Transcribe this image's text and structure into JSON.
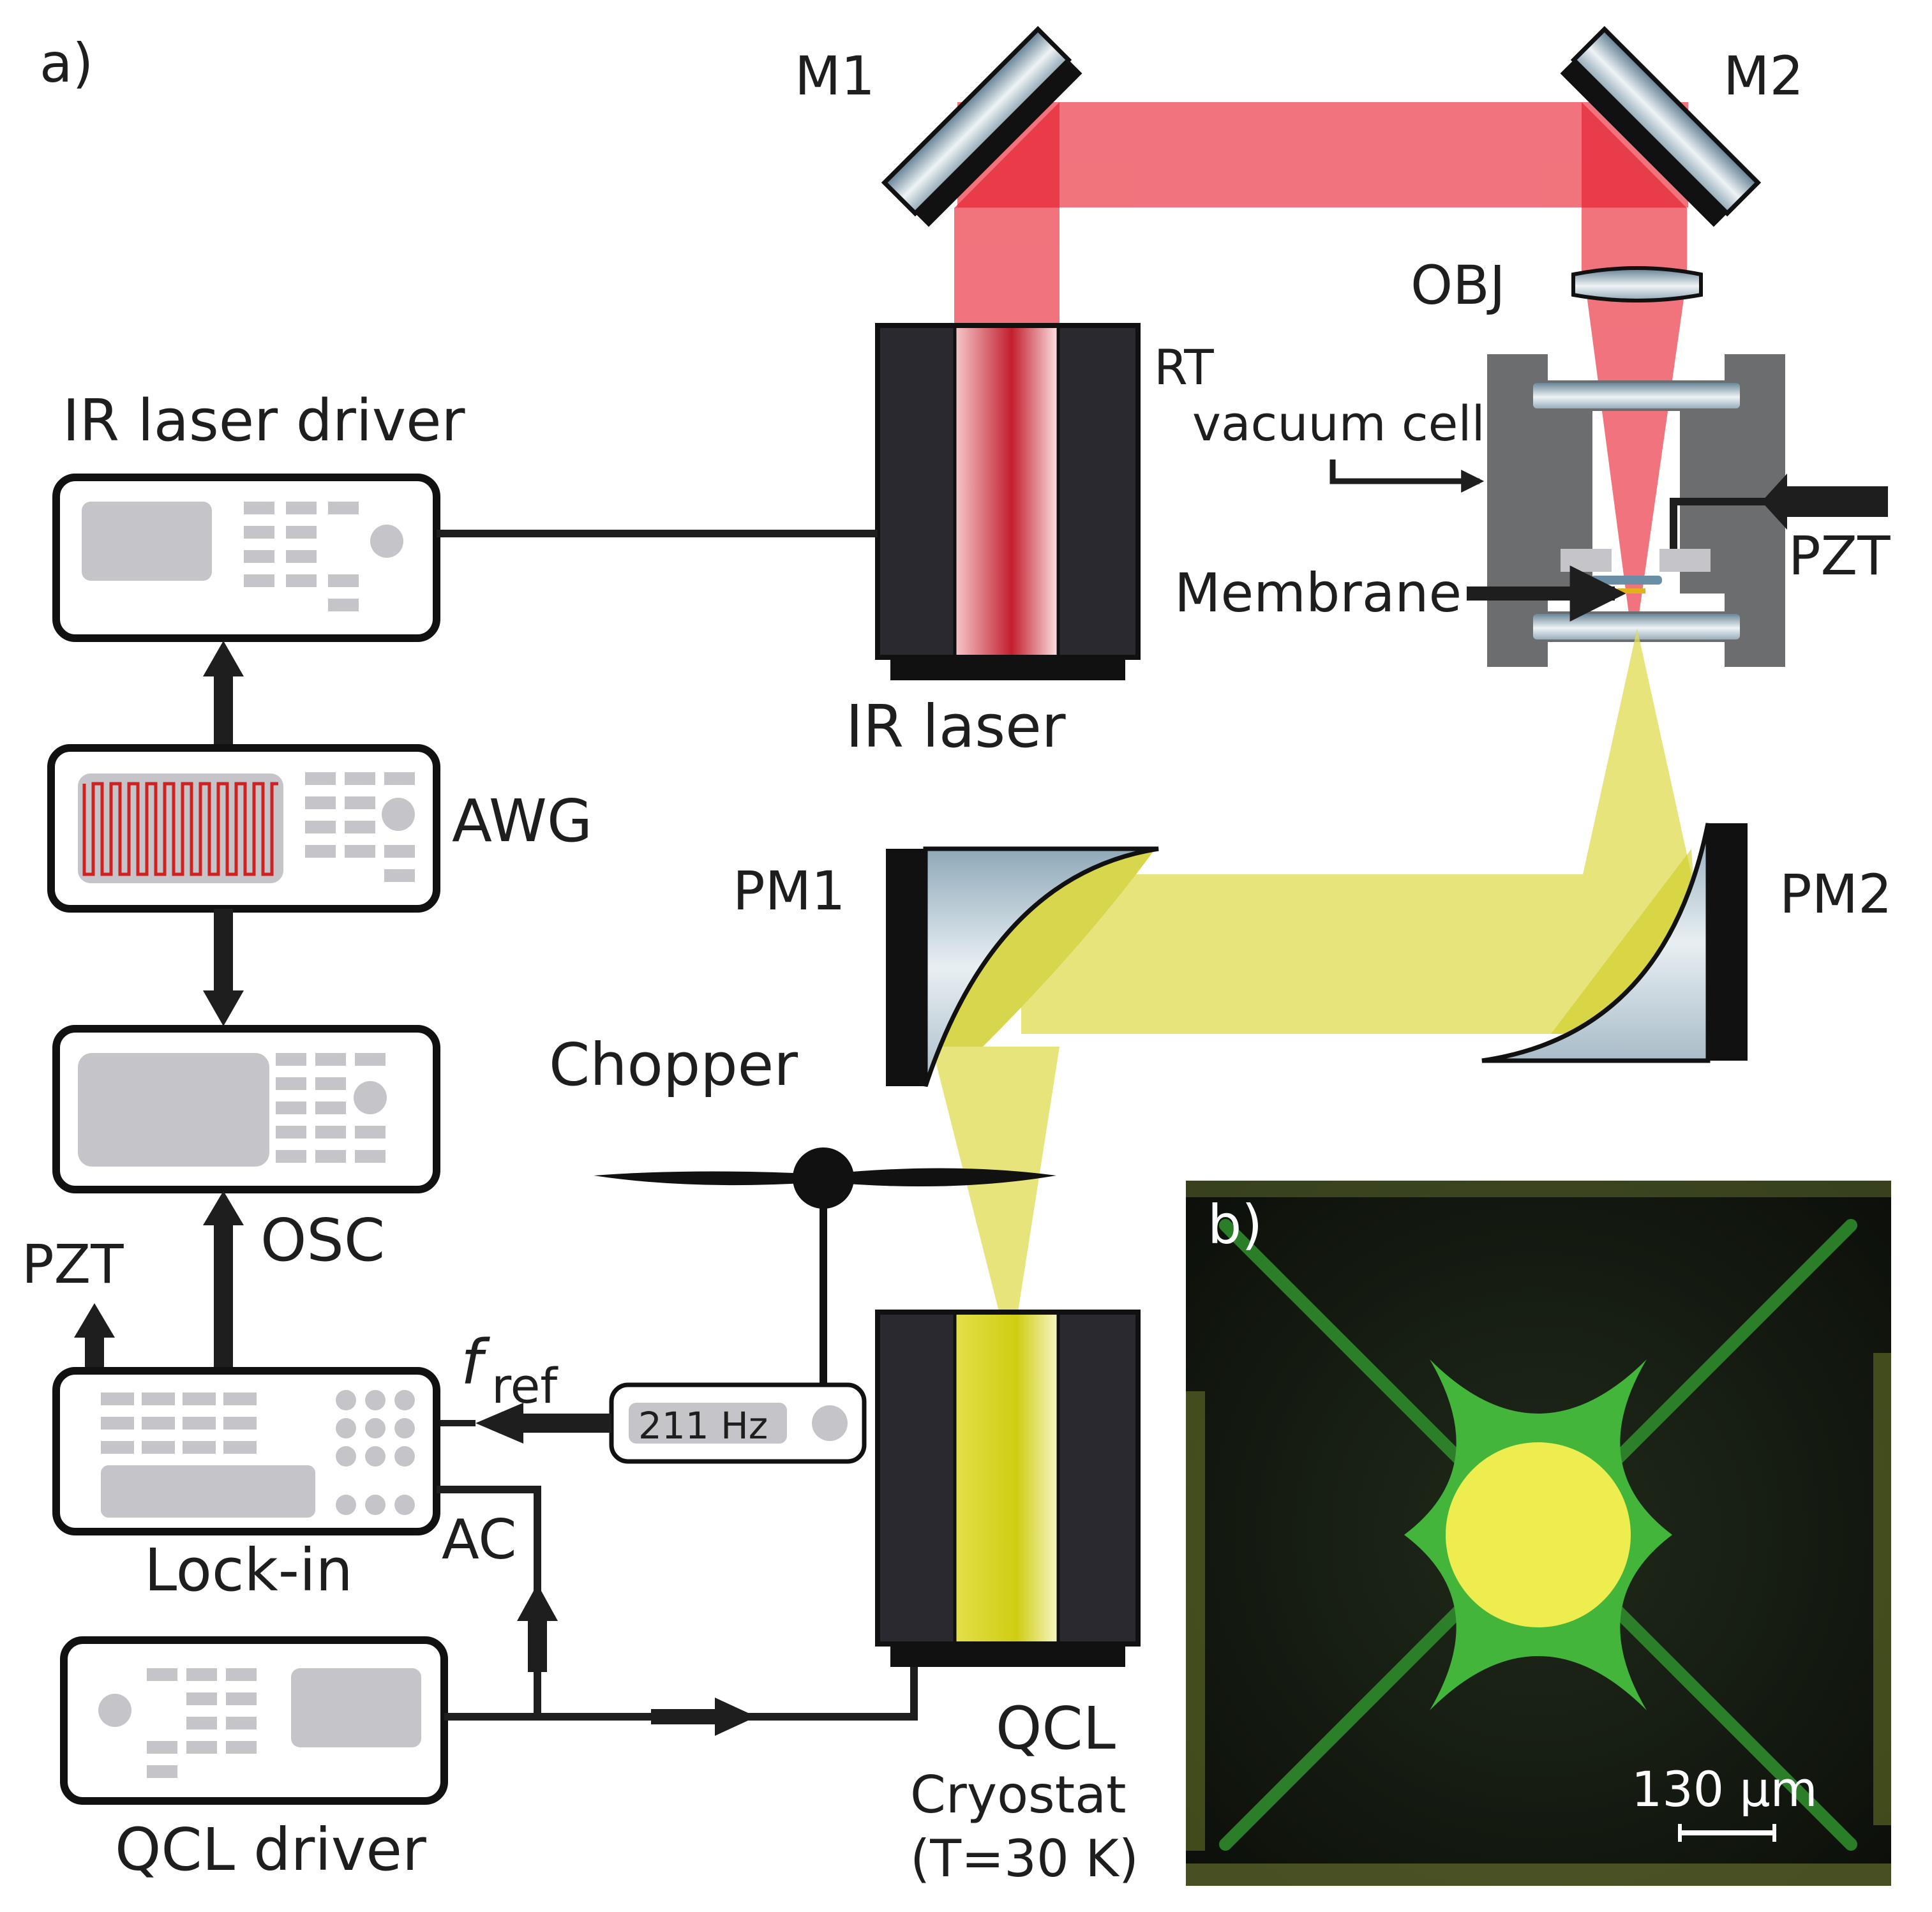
{
  "panel_a": {
    "label": "a)",
    "mirrors": {
      "m1": "M1",
      "m2": "M2"
    },
    "objective": "OBJ",
    "vacuum_cell": {
      "line1": "RT",
      "line2": "vacuum cell"
    },
    "membrane": "Membrane",
    "pzt_right": "PZT",
    "ir_laser_driver": "IR laser driver",
    "ir_laser": "IR laser",
    "awg": "AWG",
    "osc": "OSC",
    "pzt_left": "PZT",
    "pm1": "PM1",
    "pm2": "PM2",
    "chopper": "Chopper",
    "f_ref": {
      "symbol": "f",
      "subscript": "ref"
    },
    "chopper_controller": "211 Hz",
    "ac": "AC",
    "lockin": "Lock-in",
    "qcl": "QCL",
    "cryostat": {
      "line1": "Cryostat",
      "line2": "(T=30 K)"
    },
    "qcl_driver": "QCL driver"
  },
  "panel_b": {
    "label": "b)",
    "scale_bar": "130 μm"
  },
  "colors": {
    "ir_beam": "#ef5b66",
    "ir_beam_dark": "#e42a37",
    "thz_beam": "#dfdd55",
    "thz_beam_dark": "#cccb1a",
    "instrument_grey": "#c5c4c8",
    "housing_dark": "#2b2930",
    "cell_grey": "#6b6d6e",
    "membrane_green": "#43b53a",
    "membrane_yellow": "#eded4f"
  }
}
